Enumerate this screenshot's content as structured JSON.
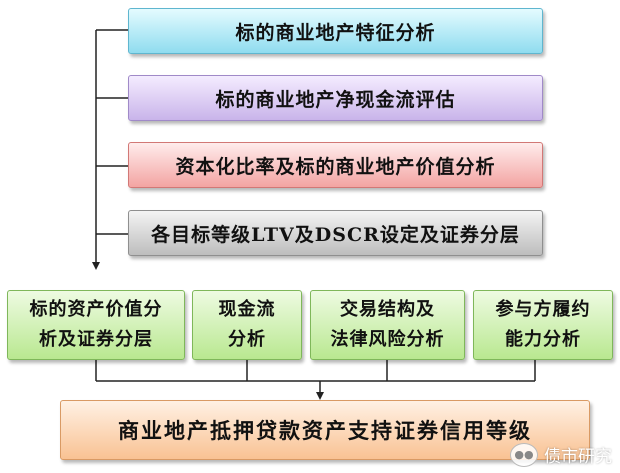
{
  "stages": [
    {
      "label": "标的商业地产特征分析",
      "gradient": [
        "#e4fbff",
        "#8fdcef"
      ],
      "border": "#5fb6cf"
    },
    {
      "label": "标的商业地产净现金流评估",
      "gradient": [
        "#f4ecff",
        "#c9b4ea"
      ],
      "border": "#a08ac8"
    },
    {
      "label": "资本化比率及标的商业地产价值分析",
      "gradient": [
        "#ffecec",
        "#f3a4a2"
      ],
      "border": "#d27876"
    },
    {
      "label": "各目标等级LTV及DSCR设定及证券分层",
      "gradient": [
        "#f4f4f4",
        "#bdbdbd"
      ],
      "border": "#8f8f8f"
    }
  ],
  "analyses": [
    {
      "lines": [
        "标的资产价值分",
        "析及证券分层"
      ]
    },
    {
      "lines": [
        "现金流",
        "分析"
      ]
    },
    {
      "lines": [
        "交易结构及",
        "法律风险分析"
      ]
    },
    {
      "lines": [
        "参与方履约",
        "能力分析"
      ]
    }
  ],
  "result": {
    "label": "商业地产抵押贷款资产支持证券信用等级",
    "gradient": [
      "#fff1e4",
      "#f9c293"
    ],
    "border": "#d99a64"
  },
  "watermark": {
    "label": "债市研究",
    "icon": "wechat-icon"
  }
}
